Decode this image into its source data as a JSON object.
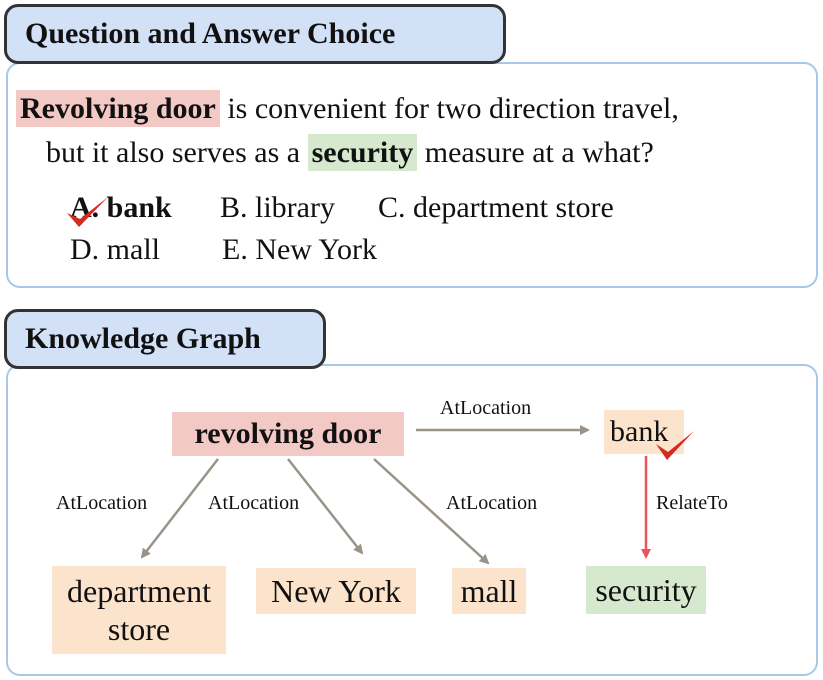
{
  "qa": {
    "tab_title": "Question and  Answer Choice",
    "line1": {
      "highlight": "Revolving door",
      "rest": " is convenient for two direction travel,"
    },
    "line2": {
      "before": "but it also serves as a ",
      "highlight": "security",
      "after": " measure at a what?"
    },
    "choices": [
      {
        "label": "A. bank",
        "correct": true
      },
      {
        "label": "B. library",
        "correct": false
      },
      {
        "label": "C. department store",
        "correct": false
      },
      {
        "label": "D. mall",
        "correct": false
      },
      {
        "label": "E. New York",
        "correct": false
      }
    ]
  },
  "kg": {
    "tab_title": "Knowledge Graph",
    "nodes": {
      "revolving_door": "revolving door",
      "bank": "bank",
      "department_store": "department store",
      "new_york": "New York",
      "mall": "mall",
      "security": "security"
    },
    "edges": {
      "door_bank": "AtLocation",
      "door_dept": "AtLocation",
      "door_ny": "AtLocation",
      "door_mall": "AtLocation",
      "bank_security": "RelateTo"
    }
  },
  "colors": {
    "panel_border": "#a9c7e6",
    "tab_fill": "#d3e1f7",
    "highlight_red": "#f3c9c6",
    "highlight_green": "#d6e9cf",
    "node_peach": "#fbe3cc",
    "arrow_gray": "#9a9488",
    "arrow_red": "#e8555a",
    "check_red": "#d42a20"
  }
}
